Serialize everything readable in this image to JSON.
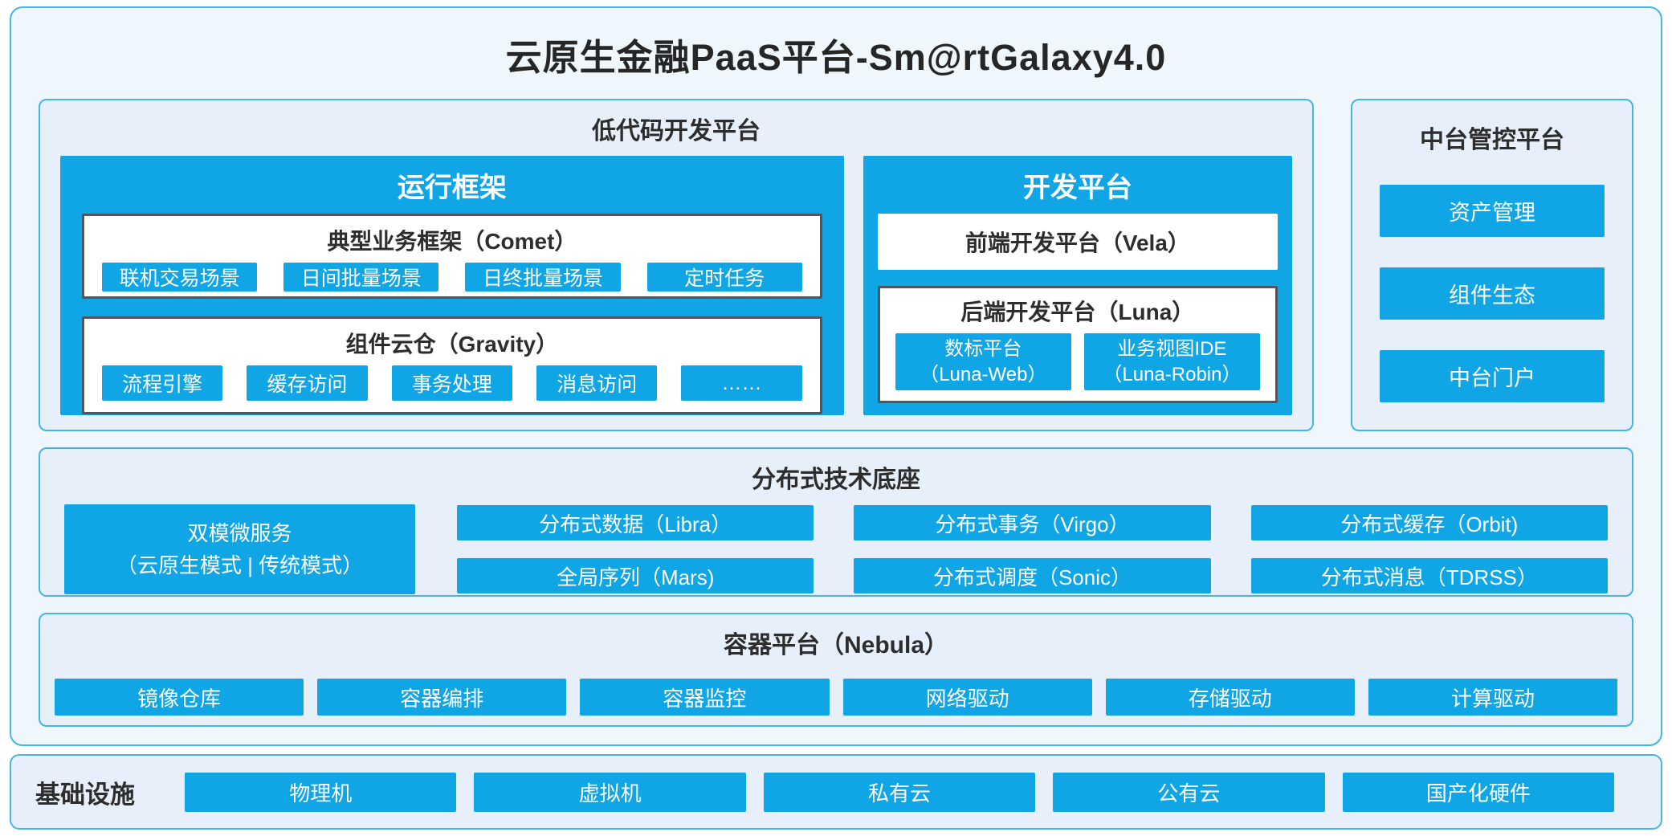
{
  "title": "云原生金融PaaS平台-Sm@rtGalaxy4.0",
  "colors": {
    "accent": "#10a6e6",
    "panel_bg": "#e7f0fa",
    "container_bg": "#eff6fc",
    "panel_border": "#45b4e9",
    "dark_border": "#54555a",
    "text_dark": "#2d2d2d",
    "text_light": "#ffffff"
  },
  "low_code": {
    "title": "低代码开发平台",
    "runtime": {
      "title": "运行框架",
      "comet": {
        "title": "典型业务框架（Comet）",
        "items": [
          "联机交易场景",
          "日间批量场景",
          "日终批量场景",
          "定时任务"
        ]
      },
      "gravity": {
        "title": "组件云仓（Gravity）",
        "items": [
          "流程引擎",
          "缓存访问",
          "事务处理",
          "消息访问",
          "……"
        ]
      }
    },
    "dev": {
      "title": "开发平台",
      "vela": "前端开发平台（Vela）",
      "luna": {
        "title": "后端开发平台（Luna）",
        "items": [
          "数标平台\n（Luna-Web）",
          "业务视图IDE\n（Luna-Robin）"
        ]
      }
    }
  },
  "middle_platform": {
    "title": "中台管控平台",
    "items": [
      "资产管理",
      "组件生态",
      "中台门户"
    ]
  },
  "distributed": {
    "title": "分布式技术底座",
    "dual_mode": "双模微服务\n（云原生模式 | 传统模式）",
    "grid": [
      "分布式数据（Libra）",
      "分布式事务（Virgo）",
      "分布式缓存（Orbit)",
      "全局序列（Mars)",
      "分布式调度（Sonic）",
      "分布式消息（TDRSS）"
    ]
  },
  "container_platform": {
    "title": "容器平台（Nebula）",
    "items": [
      "镜像仓库",
      "容器编排",
      "容器监控",
      "网络驱动",
      "存储驱动",
      "计算驱动"
    ]
  },
  "infrastructure": {
    "title": "基础设施",
    "items": [
      "物理机",
      "虚拟机",
      "私有云",
      "公有云",
      "国产化硬件"
    ]
  }
}
